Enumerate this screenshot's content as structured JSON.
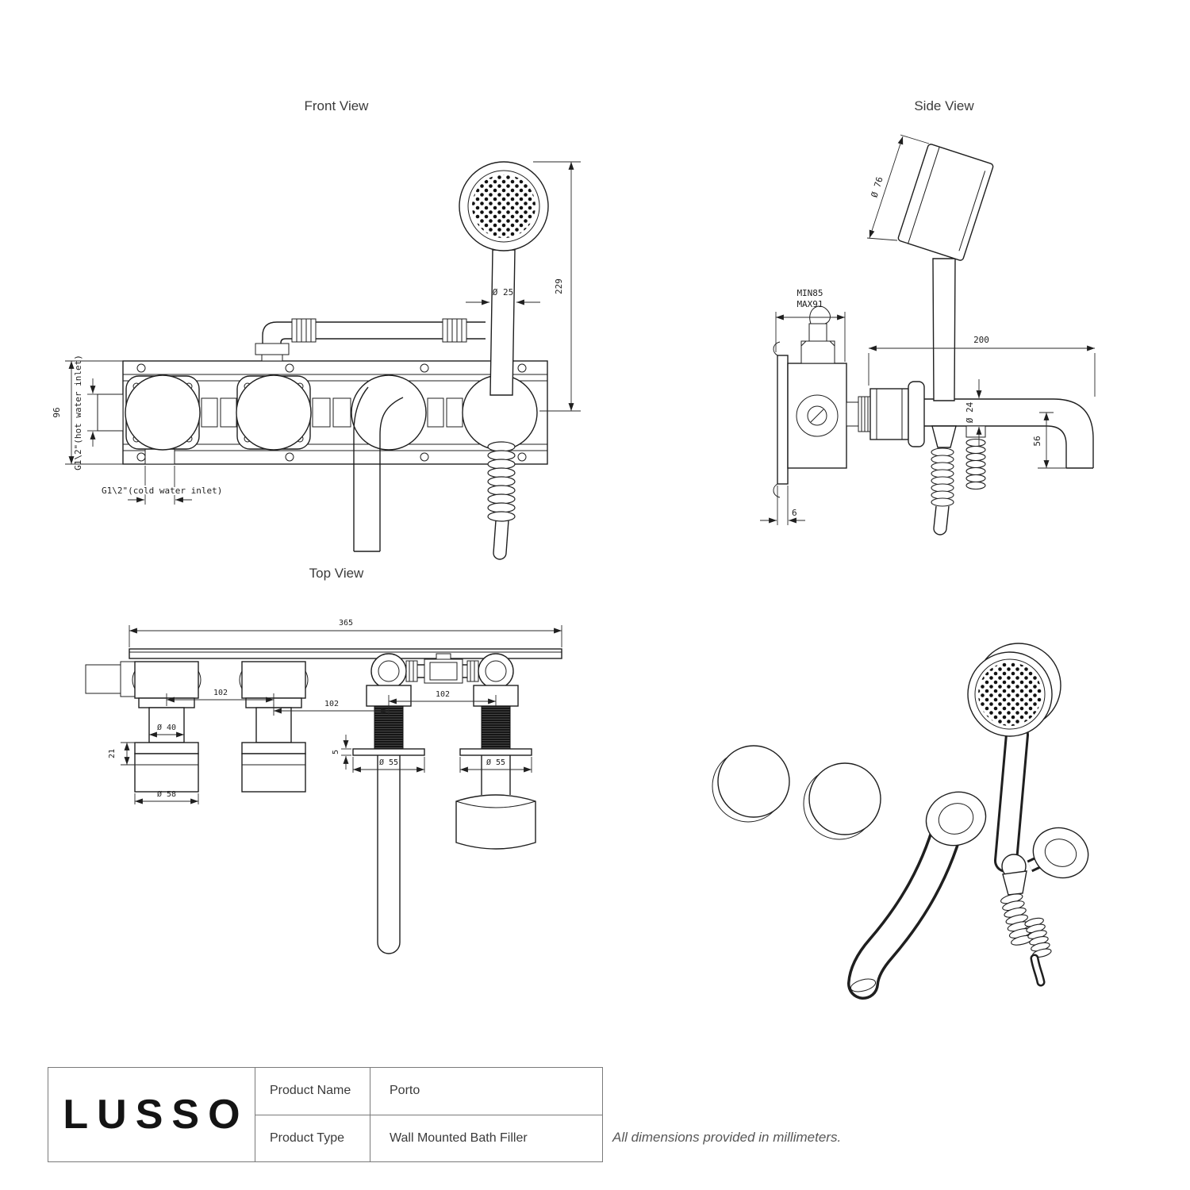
{
  "views": {
    "front": {
      "title": "Front View",
      "dims": {
        "d229": "229",
        "dia25": "Ø 25",
        "d96": "96",
        "hot": "G1\\2\"(hot water inlet)",
        "cold": "G1\\2\"(cold water inlet)"
      }
    },
    "side": {
      "title": "Side View",
      "dims": {
        "min": "MIN85",
        "max": "MAX91",
        "d200": "200",
        "dia76": "Ø 76",
        "dia24": "Ø 24",
        "d56": "56",
        "d6": "6"
      }
    },
    "top": {
      "title": "Top View",
      "dims": {
        "d365": "365",
        "d102a": "102",
        "d102b": "102",
        "d102c": "102",
        "dia40": "Ø 40",
        "d21": "21",
        "dia58": "Ø 58",
        "d5": "5",
        "dia55a": "Ø 55",
        "dia55b": "Ø 55"
      }
    }
  },
  "title_block": {
    "brand": "LUSSO",
    "rows": [
      {
        "label": "Product Name",
        "value": "Porto"
      },
      {
        "label": "Product Type",
        "value": "Wall Mounted Bath Filler"
      }
    ]
  },
  "footer_note": "All dimensions provided in millimeters."
}
